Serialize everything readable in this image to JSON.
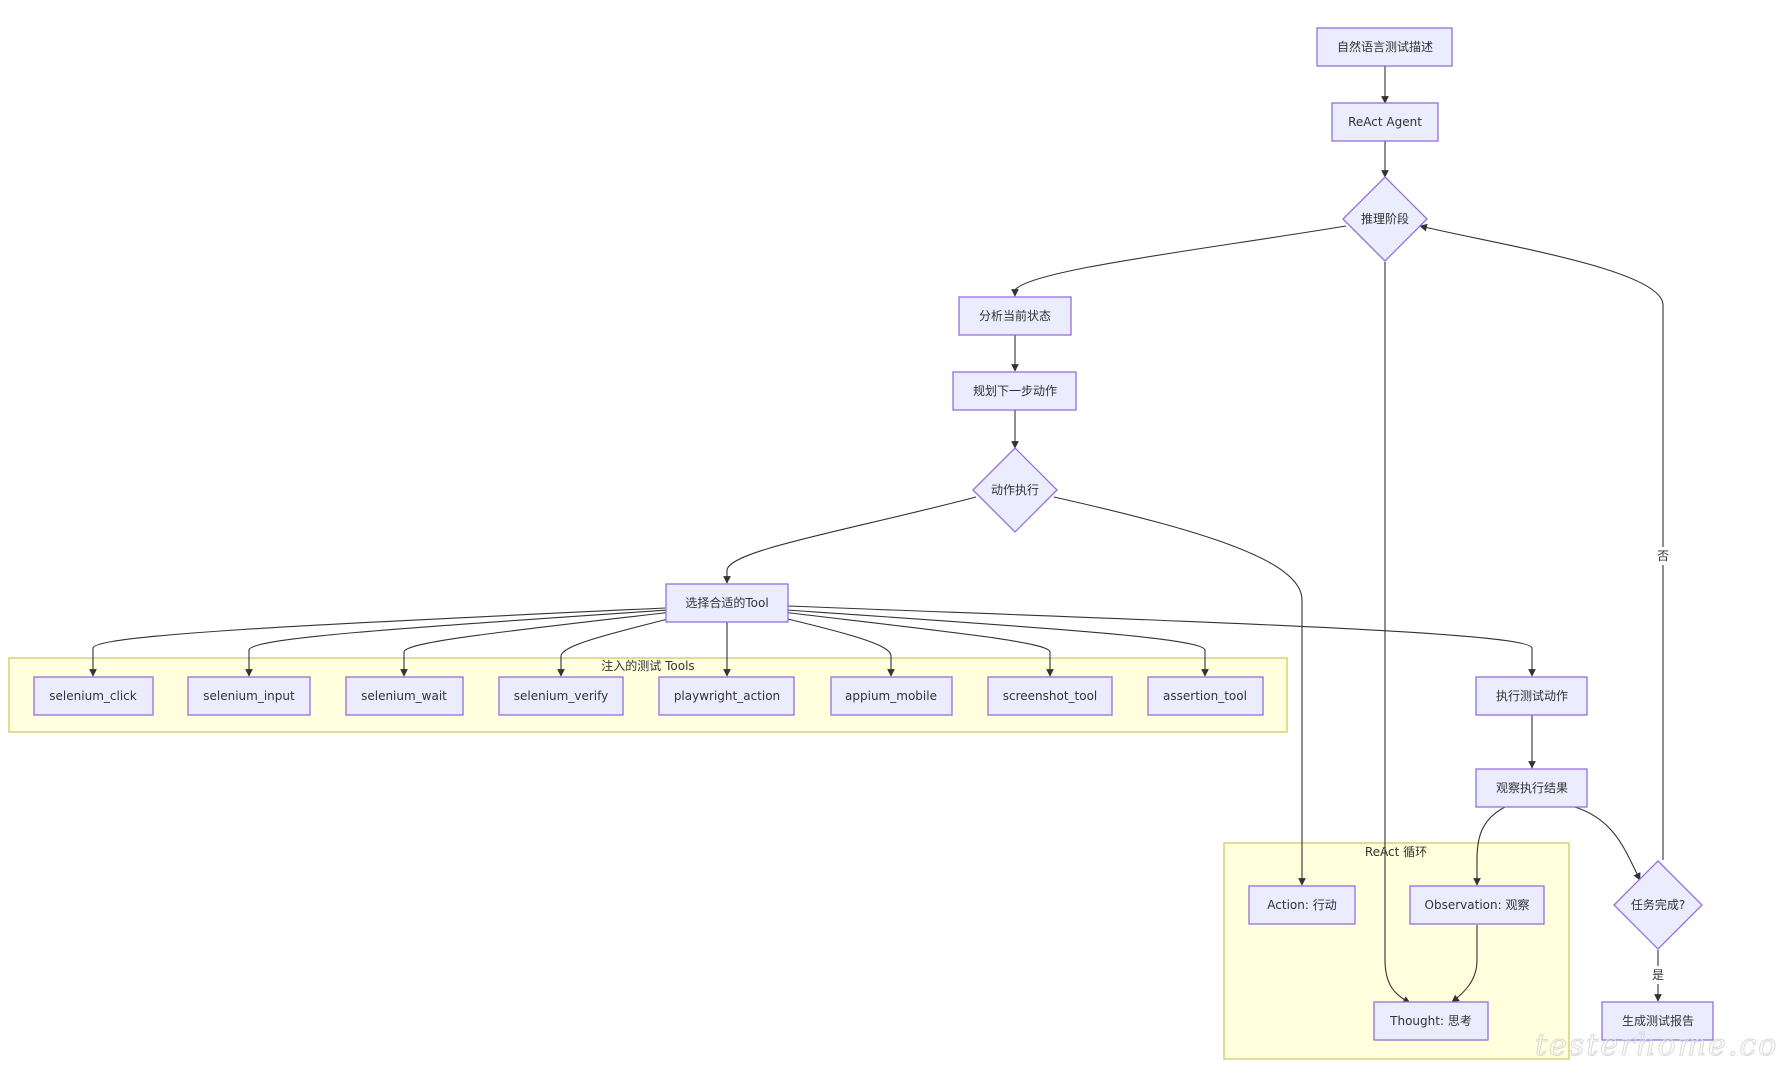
{
  "clusters": {
    "tools": "注入的测试 Tools",
    "loop": "ReAct 循环"
  },
  "nodes": {
    "nl_desc": "自然语言测试描述",
    "react_agent": "ReAct Agent",
    "reasoning": "推理阶段",
    "analyze": "分析当前状态",
    "plan": "规划下一步动作",
    "act_exec": "动作执行",
    "select_tool": "选择合适的Tool",
    "t_click": "selenium_click",
    "t_input": "selenium_input",
    "t_wait": "selenium_wait",
    "t_verify": "selenium_verify",
    "t_playwright": "playwright_action",
    "t_appium": "appium_mobile",
    "t_screenshot": "screenshot_tool",
    "t_assert": "assertion_tool",
    "exec_test": "执行测试动作",
    "observe": "观察执行结果",
    "action": "Action: 行动",
    "observation": "Observation: 观察",
    "thought": "Thought: 思考",
    "task_done": "任务完成?",
    "report": "生成测试报告"
  },
  "edge_labels": {
    "no": "否",
    "yes": "是"
  },
  "watermark": "testerhome.com",
  "colors": {
    "node_fill": "#ECECFF",
    "node_stroke": "#9370DB",
    "cluster_fill": "#ffffde",
    "cluster_stroke": "#cccc66",
    "edge": "#333333"
  }
}
